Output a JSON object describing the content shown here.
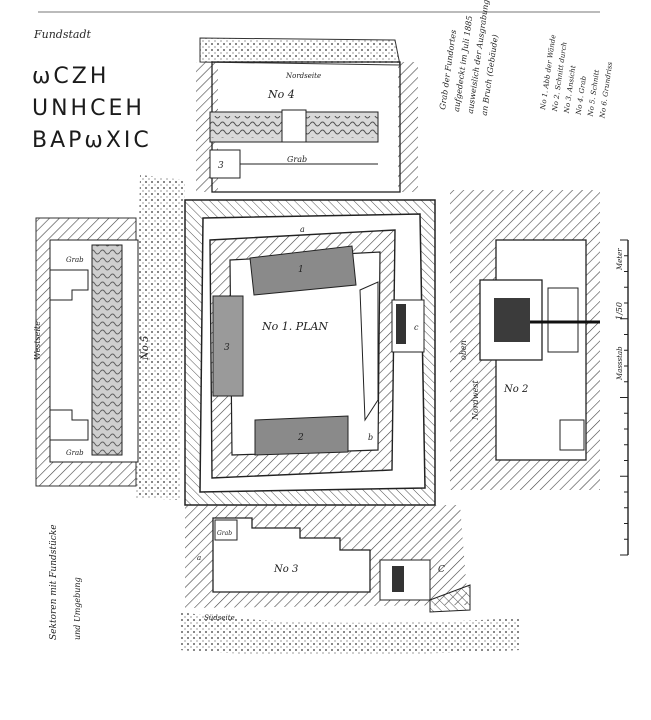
{
  "header": {
    "note": "Fundstadt",
    "title_lines": [
      "ωCZH",
      "UNHCEH",
      "BAPωXIC"
    ]
  },
  "side_notes": {
    "left_bottom": "Sektoren mit Fundstücke",
    "left_bottom_2": "und Umgebung",
    "right_top": [
      "Grab der Fundortes",
      "aufgedeckt im Juli 1885",
      "ausweislich der Ausgrabungen & ergänzt",
      "an Bruch (Gebäude)"
    ],
    "right_list": [
      "No 1. Abb der Wände",
      "No 2. Schnitt durch",
      "No 3. Ansicht",
      "No 4. Grab",
      "No 5. Schnitt",
      "No 6. Grundriss"
    ]
  },
  "plans": {
    "p4_label": "No 4",
    "p4_tag": "Nordseite",
    "p4_grab": "Grab",
    "p4_num": "3",
    "p1_label": "No 1. PLAN",
    "p1_room1": "1",
    "p1_room2": "2",
    "p1_room3": "3",
    "p1_a": "a",
    "p1_b": "b",
    "p1_c": "c",
    "p5_label": "No 5",
    "p5_side": "Westseite",
    "p5_grab_top": "Grab",
    "p5_grab_bottom": "Grab",
    "p2_label": "No 2",
    "p2_side": "Nordwest",
    "p2_oben": "oben",
    "p3_label": "No 3",
    "p3_side": "Südseite",
    "p3_grab": "Grab",
    "p3_a": "a",
    "p3_c": "C"
  },
  "scale": {
    "label": "Massstab",
    "ratio": "1/50",
    "unit": "Meter"
  }
}
